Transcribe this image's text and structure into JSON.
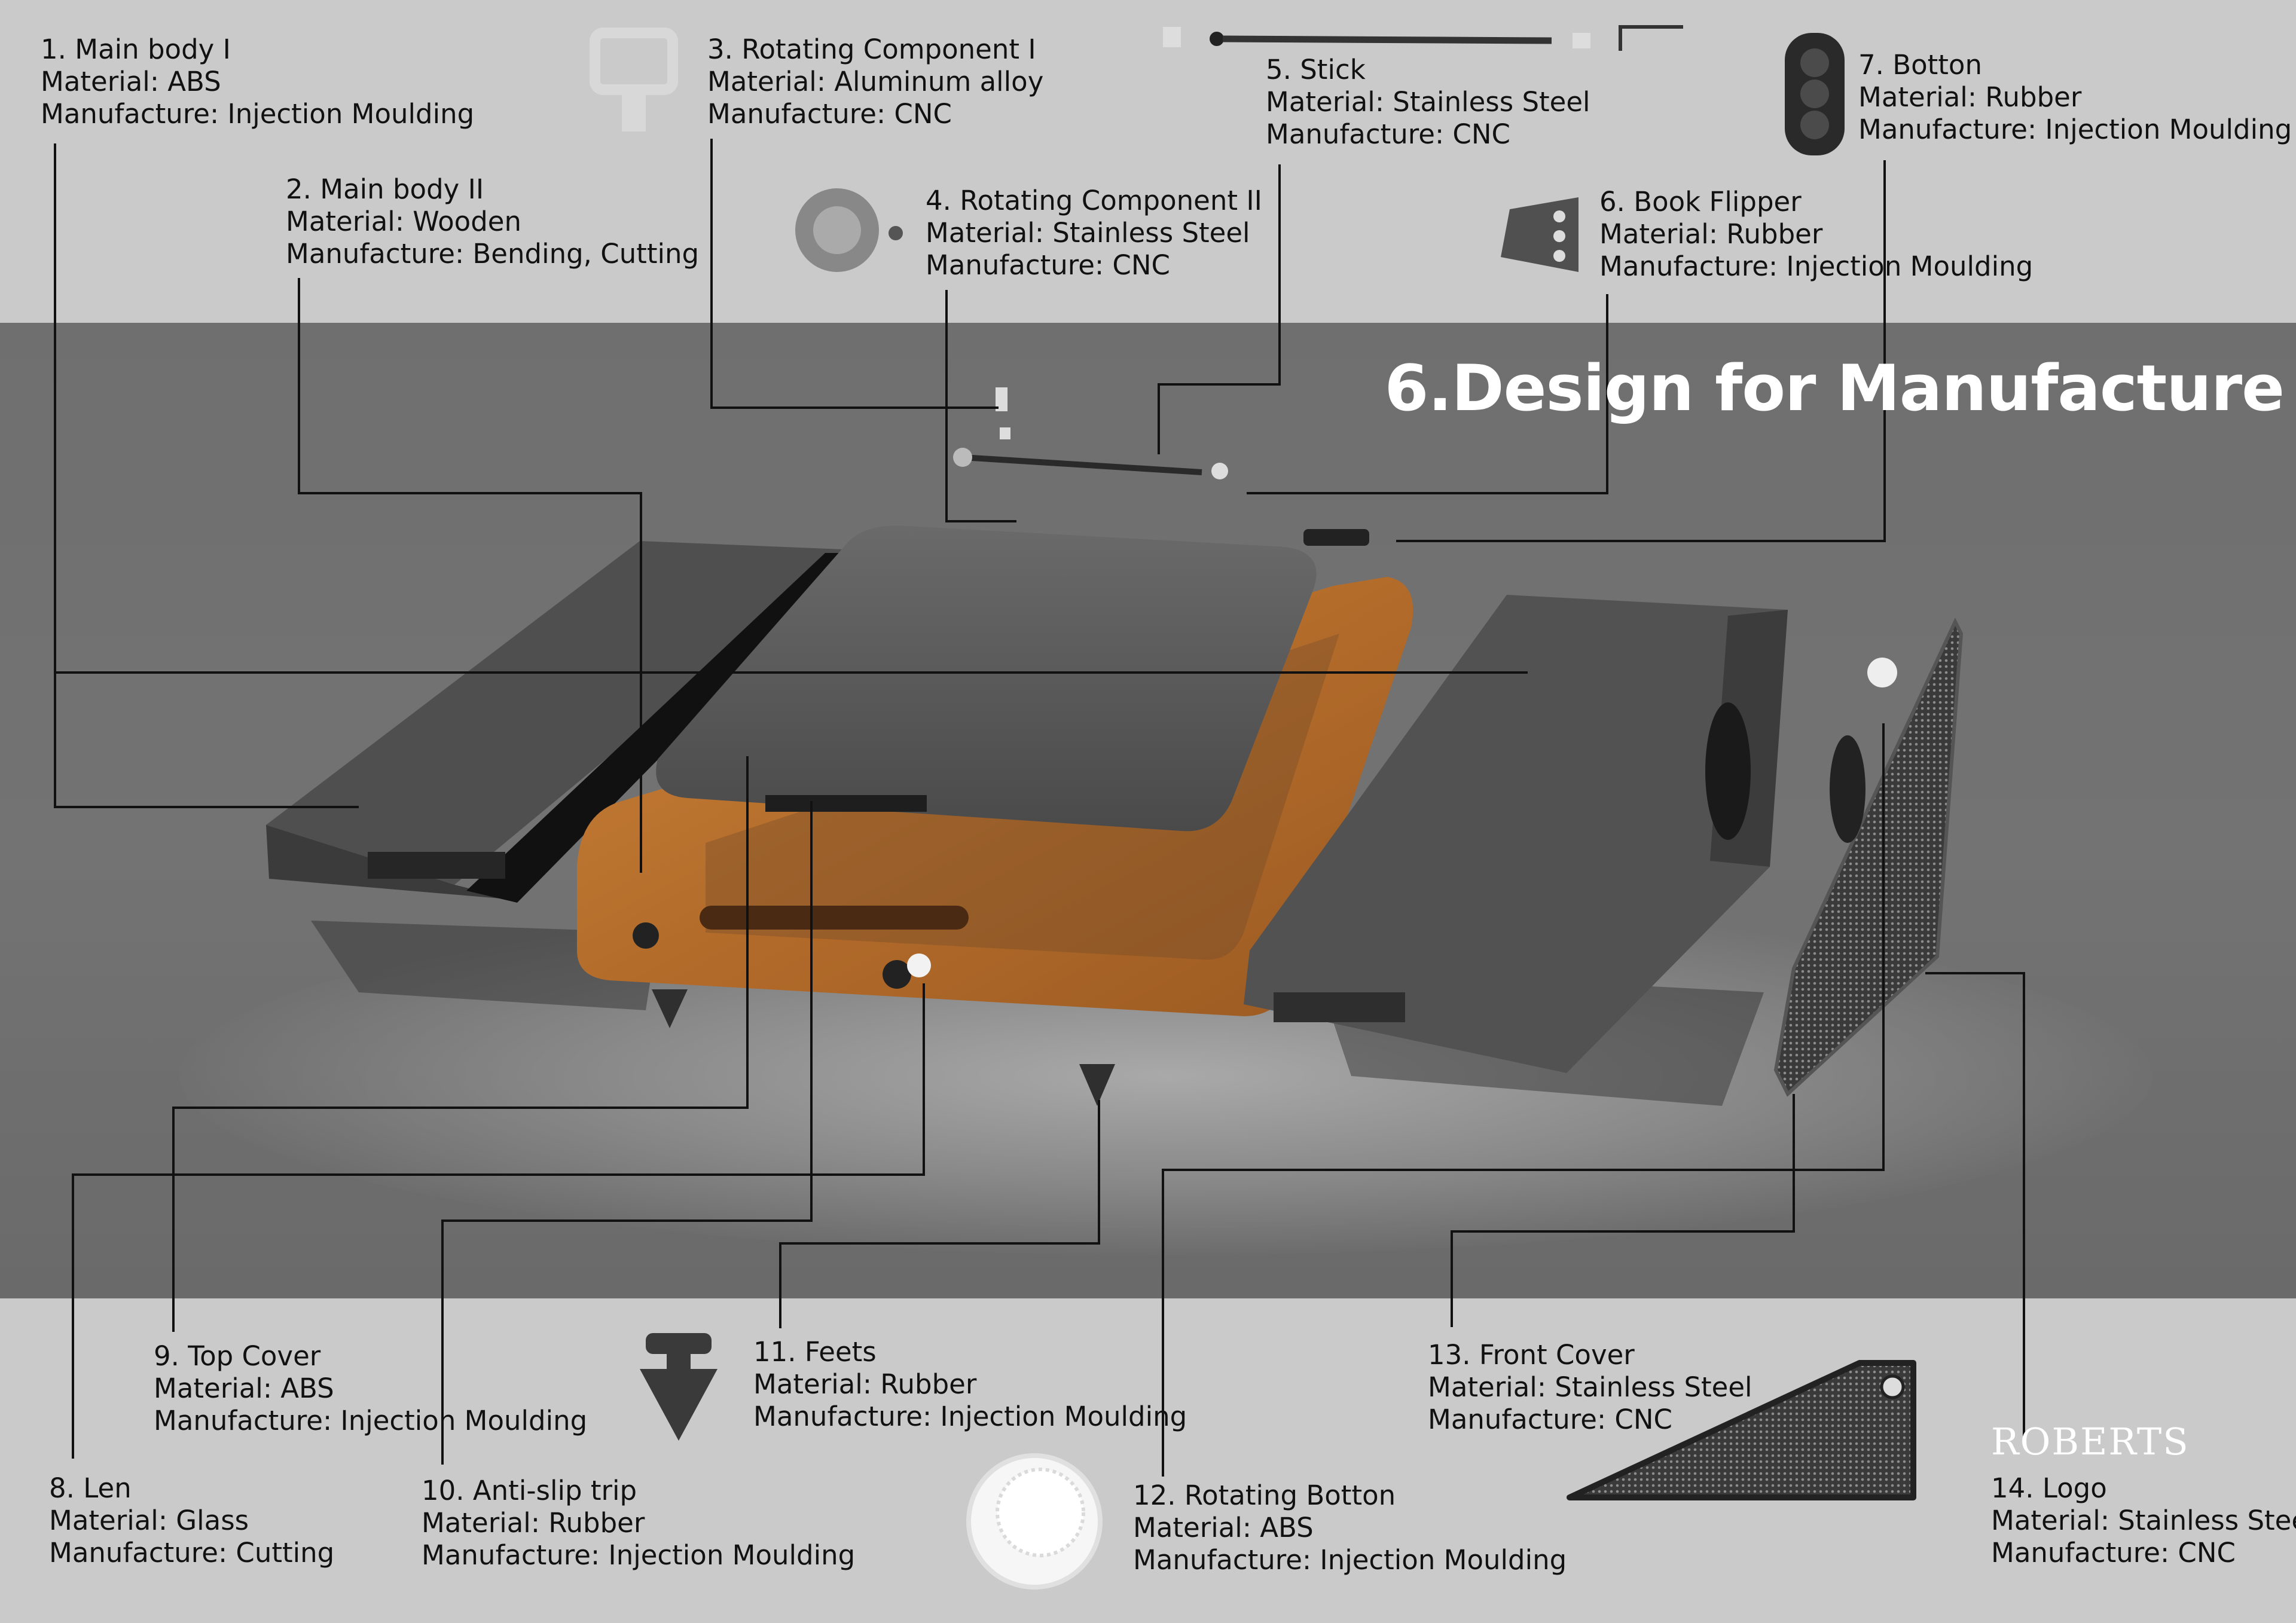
{
  "title": "6.Design for Manufacture",
  "logo_text": "ROBERTS",
  "parts": [
    {
      "name": "1. Main body  I",
      "material": "Material: ABS",
      "manufacture": "Manufacture: Injection Moulding"
    },
    {
      "name": "2. Main body  II",
      "material": "Material: Wooden",
      "manufacture": "Manufacture: Bending, Cutting"
    },
    {
      "name": "3. Rotating Component  I",
      "material": "Material: Aluminum alloy",
      "manufacture": "Manufacture: CNC"
    },
    {
      "name": "4. Rotating Component  II",
      "material": "Material: Stainless Steel",
      "manufacture": "Manufacture: CNC"
    },
    {
      "name": "5. Stick",
      "material": "Material: Stainless Steel",
      "manufacture": "Manufacture: CNC"
    },
    {
      "name": "6. Book Flipper",
      "material": "Material: Rubber",
      "manufacture": "Manufacture: Injection Moulding"
    },
    {
      "name": "7. Botton",
      "material": "Material: Rubber",
      "manufacture": "Manufacture: Injection Moulding"
    },
    {
      "name": "8. Len",
      "material": "Material: Glass",
      "manufacture": "Manufacture: Cutting"
    },
    {
      "name": "9. Top Cover",
      "material": "Material: ABS",
      "manufacture": "Manufacture: Injection Moulding"
    },
    {
      "name": "10. Anti-slip trip",
      "material": "Material: Rubber",
      "manufacture": "Manufacture: Injection Moulding"
    },
    {
      "name": "11. Feets",
      "material": "Material: Rubber",
      "manufacture": "Manufacture: Injection Moulding"
    },
    {
      "name": "12. Rotating Botton",
      "material": "Material: ABS",
      "manufacture": "Manufacture: Injection Moulding"
    },
    {
      "name": "13. Front Cover",
      "material": "Material: Stainless Steel",
      "manufacture": "Manufacture: CNC"
    },
    {
      "name": "14. Logo",
      "material": "Material: Stainless Steel",
      "manufacture": "Manufacture: CNC"
    }
  ]
}
